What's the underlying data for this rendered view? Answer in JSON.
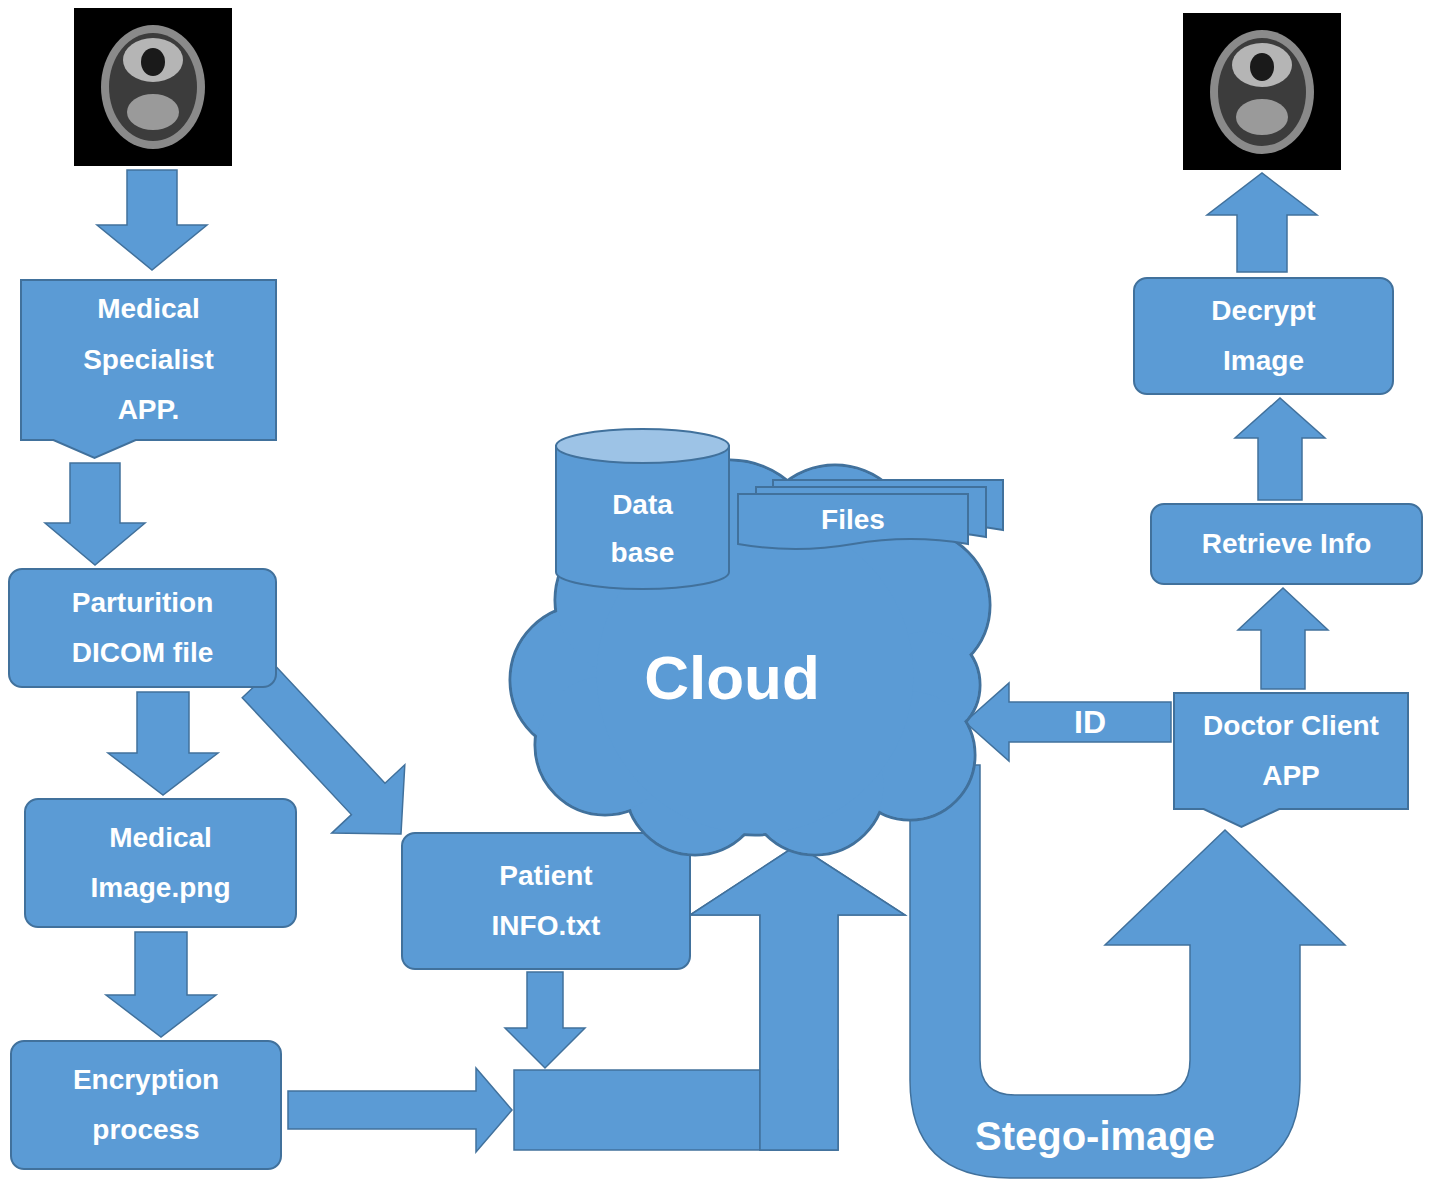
{
  "diagram": {
    "nodes": [
      {
        "text": [
          "Medical Specialist APP."
        ]
      },
      {
        "text": [
          "Parturition DICOM file"
        ]
      },
      {
        "text": [
          "Medical Image.png"
        ]
      },
      {
        "text": [
          "Encryption process"
        ]
      },
      {
        "text": [
          "Patient INFO.txt"
        ]
      },
      {
        "text": [
          "Cloud"
        ]
      },
      {
        "text": [
          "Data base"
        ],
        "in": 5
      },
      {
        "text": [
          "Files"
        ],
        "in": 5
      },
      {
        "text": [
          "Doctor Client APP"
        ]
      },
      {
        "text": [
          "Retrieve Info"
        ]
      },
      {
        "text": [
          "Decrypt Image"
        ]
      }
    ],
    "edges": [
      {
        "from": 0,
        "to": 1,
        "arrow": "to"
      },
      {
        "from": 1,
        "to": 2,
        "arrow": "to"
      },
      {
        "from": 1,
        "to": 4,
        "arrow": "to"
      },
      {
        "from": 2,
        "to": 3,
        "arrow": "to"
      },
      {
        "from": 3,
        "to": 5,
        "arrow": "to"
      },
      {
        "from": 4,
        "to": 5,
        "arrow": "to"
      },
      {
        "from": 8,
        "to": 5,
        "label": "ID",
        "arrow": "to"
      },
      {
        "from": 5,
        "to": 8,
        "label": "Stego-image",
        "arrow": "to"
      },
      {
        "from": 8,
        "to": 9,
        "arrow": "to"
      },
      {
        "from": 9,
        "to": 10,
        "arrow": "to"
      }
    ]
  }
}
